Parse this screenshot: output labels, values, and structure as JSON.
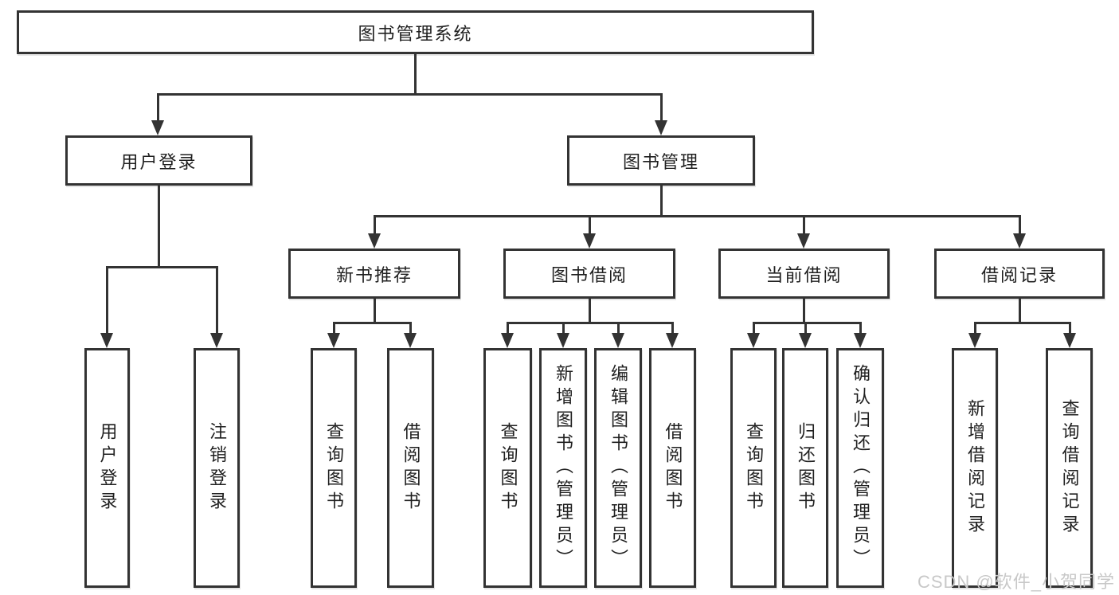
{
  "root": {
    "label": "图书管理系统"
  },
  "level2": [
    {
      "label": "用户登录"
    },
    {
      "label": "图书管理"
    }
  ],
  "level3": [
    {
      "label": "新书推荐"
    },
    {
      "label": "图书借阅"
    },
    {
      "label": "当前借阅"
    },
    {
      "label": "借阅记录"
    }
  ],
  "leaves": {
    "user": [
      {
        "label": "用户登录"
      },
      {
        "label": "注销登录"
      }
    ],
    "recommend": [
      {
        "label": "查询图书"
      },
      {
        "label": "借阅图书"
      }
    ],
    "borrow": [
      {
        "label": "查询图书"
      },
      {
        "label": "新增图书（管理员）"
      },
      {
        "label": "编辑图书（管理员）"
      },
      {
        "label": "借阅图书"
      }
    ],
    "current": [
      {
        "label": "查询图书"
      },
      {
        "label": "归还图书"
      },
      {
        "label": "确认归还（管理员）"
      }
    ],
    "records": [
      {
        "label": "新增借阅记录"
      },
      {
        "label": "查询借阅记录"
      }
    ]
  },
  "watermark": "CSDN @软件_小贺同学",
  "colors": {
    "line": "#333333",
    "text": "#1f1f1f",
    "background": "#ffffff",
    "watermark": "#c8c8c8"
  }
}
